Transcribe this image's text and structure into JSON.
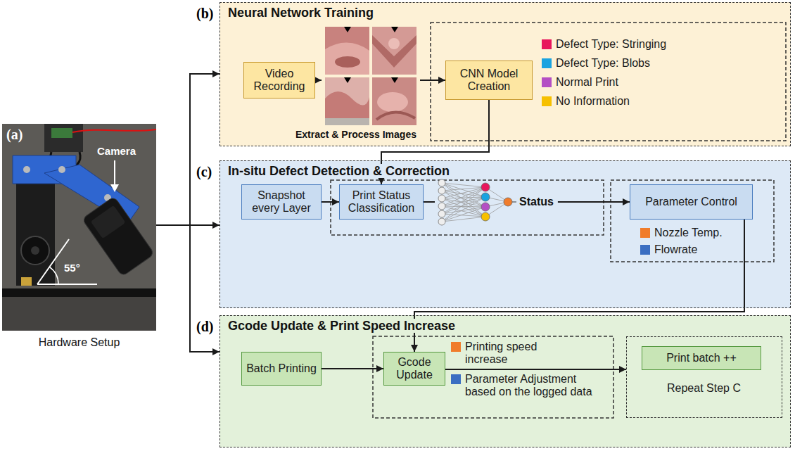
{
  "diagram": {
    "nodes": [
      {
        "text": [
          "(a)",
          "Camera",
          "55°",
          "Hardware Setup"
        ]
      },
      {
        "text": [
          "(b)",
          "Neural Network Training"
        ]
      },
      {
        "text": [
          "Video Recording"
        ],
        "in": 1
      },
      {
        "text": [
          "CNN Model Creation"
        ],
        "in": 1
      },
      {
        "text": [
          "(c)",
          "In-situ Defect Detection & Correction"
        ]
      },
      {
        "text": [
          "Snapshot every Layer"
        ],
        "in": 4
      },
      {
        "text": [
          "Print Status Classification"
        ],
        "in": 4
      },
      {
        "text": [
          "Parameter Control"
        ],
        "in": 4
      },
      {
        "text": [
          "(d)",
          "Gcode Update & Print Speed Increase"
        ]
      },
      {
        "text": [
          "Batch Printing"
        ],
        "in": 8
      },
      {
        "text": [
          "Gcode Update"
        ],
        "in": 8
      },
      {
        "text": [
          "Repeat Step C"
        ],
        "in": 8
      },
      {
        "text": [
          "Print batch ++"
        ],
        "in": 11
      }
    ],
    "edges": [
      {
        "from": 0,
        "to": 1,
        "arrow": "to"
      },
      {
        "from": 0,
        "to": 4,
        "arrow": "to"
      },
      {
        "from": 0,
        "to": 8,
        "arrow": "to"
      },
      {
        "from": 2,
        "to": 3,
        "arrow": "to"
      },
      {
        "from": 3,
        "to": 6,
        "arrow": "to"
      },
      {
        "from": 5,
        "to": 6,
        "arrow": "to"
      },
      {
        "from": 6,
        "to": 7,
        "arrow": "to"
      },
      {
        "from": 7,
        "to": 10,
        "arrow": "to"
      },
      {
        "from": 9,
        "to": 10,
        "arrow": "to"
      },
      {
        "from": 10,
        "to": 11,
        "arrow": "to"
      }
    ],
    "labels": [
      "Extract & Process Images",
      "Status"
    ],
    "legend": [
      {
        "text": "Defect Type: Stringing",
        "color": "#e8175d"
      },
      {
        "text": "Defect Type: Blobs",
        "color": "#1aa3e0"
      },
      {
        "text": "Normal Print",
        "color": "#b44fc4"
      },
      {
        "text": "No Information",
        "color": "#f6c000"
      },
      {
        "text": "Nozzle Temp.",
        "color": "#f07c2b"
      },
      {
        "text": "Flowrate",
        "color": "#3a6ec2"
      },
      {
        "text": "Printing speed increase",
        "color": "#f07c2b"
      },
      {
        "text": "Parameter Adjustment based on the logged data",
        "color": "#3a6ec2"
      }
    ]
  }
}
